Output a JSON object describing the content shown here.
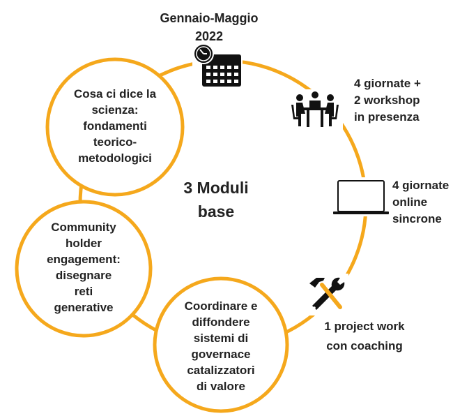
{
  "header": {
    "line1": "Gennaio-Maggio",
    "line2": "2022"
  },
  "center": {
    "line1": "3 Moduli",
    "line2": "base"
  },
  "modules": [
    {
      "lines": [
        "Cosa ci dice la",
        "scienza:",
        "fondamenti",
        "teorico-",
        "metodologici"
      ]
    },
    {
      "lines": [
        "Community",
        "holder",
        "engagement:",
        "disegnare",
        "reti",
        "generative"
      ]
    },
    {
      "lines": [
        "Coordinare e",
        "diffondere",
        "sistemi di",
        "governace",
        "catalizzatori",
        "di valore"
      ]
    }
  ],
  "features": [
    {
      "icon": "meeting-icon",
      "lines": [
        "4 giornate +",
        "2 workshop",
        "in presenza"
      ]
    },
    {
      "icon": "laptop-icon",
      "lines": [
        "4 giornate",
        "online",
        "sincrone"
      ]
    },
    {
      "icon": "tools-icon",
      "lines": [
        "1 project work",
        "con coaching"
      ]
    }
  ],
  "colors": {
    "accent": "#F5A81C",
    "text": "#222222"
  }
}
